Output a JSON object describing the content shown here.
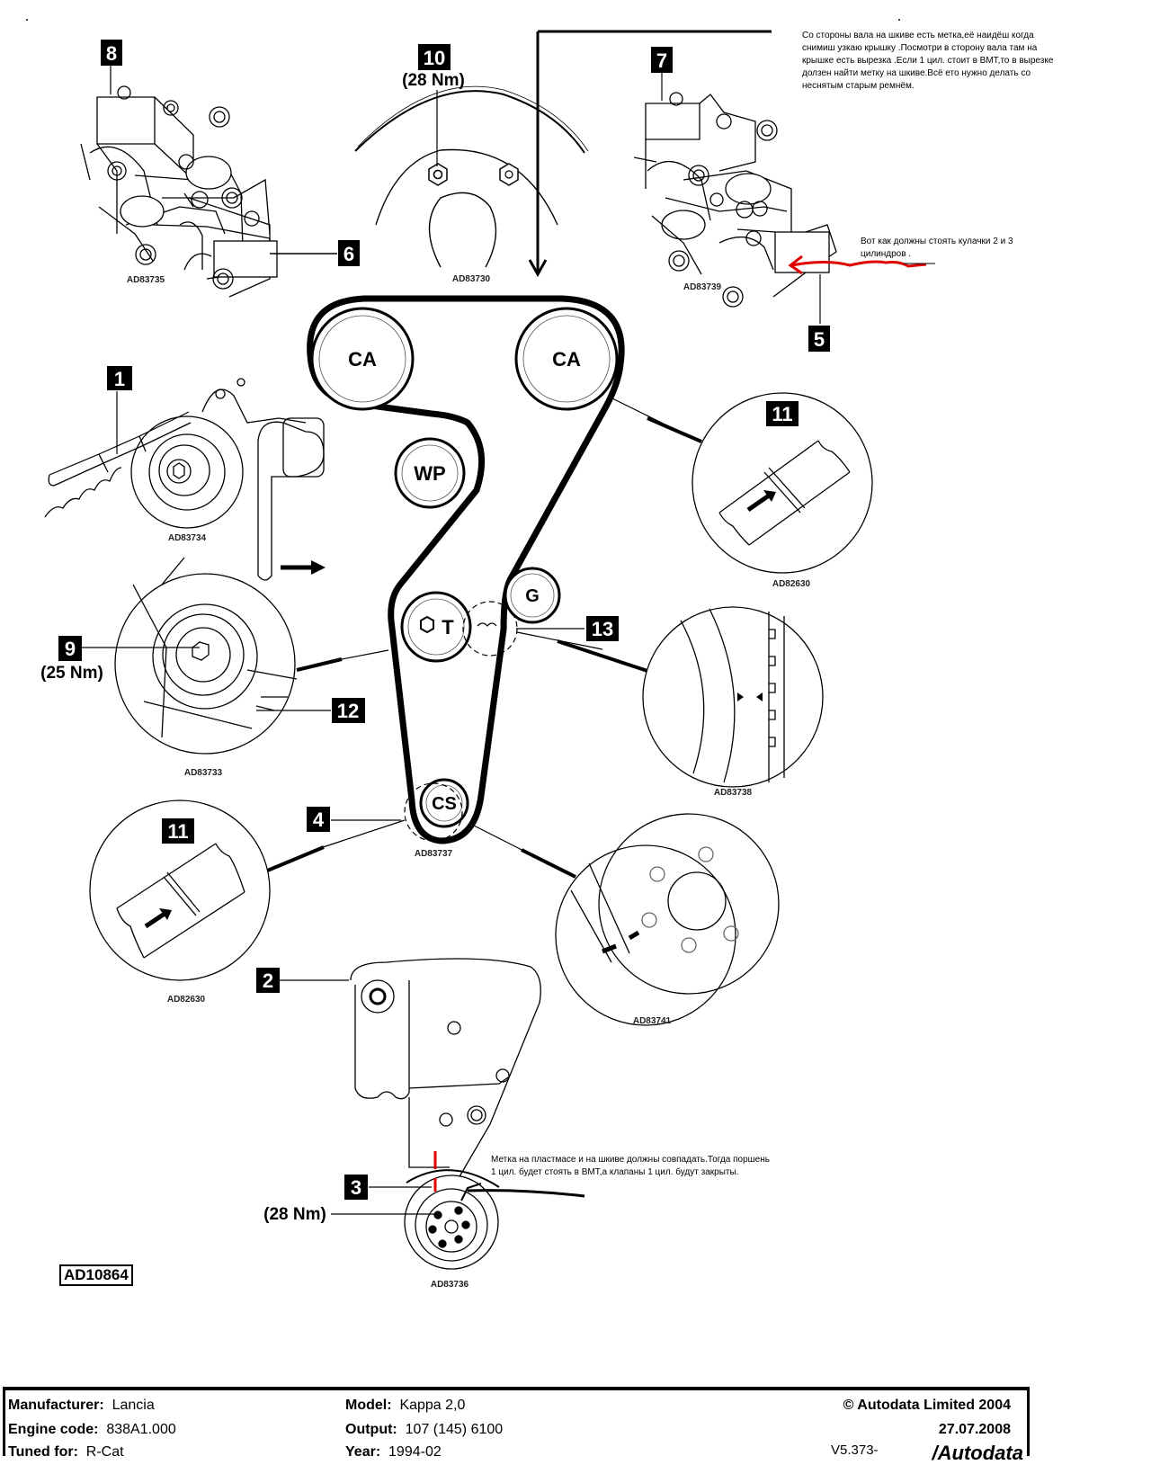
{
  "diagram": {
    "title_code": "AD10864",
    "callouts": [
      "1",
      "2",
      "3",
      "4",
      "5",
      "6",
      "7",
      "8",
      "9",
      "10",
      "11",
      "12",
      "13"
    ],
    "torques": {
      "item10": "(28 Nm)",
      "item9": "(25 Nm)",
      "item3": "(28 Nm)"
    },
    "pulleys": {
      "camshaft_left": "CA",
      "camshaft_right": "CA",
      "water_pump": "WP",
      "tensioner": "T",
      "guide": "G",
      "crankshaft": "CS"
    },
    "figure_refs": {
      "cam_left": "AD83735",
      "cam_pulley": "AD83730",
      "cam_right": "AD83739",
      "tensioner_tool": "AD83734",
      "tensioner_nut": "AD83733",
      "belt_arrow_right": "AD82630",
      "belt_marks": "AD83738",
      "crank_detail": "AD83737",
      "belt_arrow_left": "AD82630",
      "crank_mark": "AD83741",
      "crank_pulley": "AD83736"
    }
  },
  "annotations": {
    "top_note": "Со стороны вала на шкиве есть метка,её наидёш когда снимиш узкаю крышку .Посмотри в сторону вала там на крышке есть вырезка .Если 1 цил. стоит в ВМТ,то в вырезке долзен найти метку на шкиве.Всё ето нужно делать со неснятым старым ремнём.",
    "cam_note": "Вот как должны стоять кулачки 2 и 3 цилиндров .",
    "crank_note": "Метка на пластмасе и на шкиве должны совпадать.Тогда поршень 1 цил. будет стоять в ВМТ,а клапаны 1 цил. будут закрыты.",
    "highlight_color": "#e00000"
  },
  "footer": {
    "manufacturer_label": "Manufacturer:",
    "manufacturer": "Lancia",
    "engine_code_label": "Engine code:",
    "engine_code": "838A1.000",
    "tuned_for_label": "Tuned for:",
    "tuned_for": "R-Cat",
    "model_label": "Model:",
    "model": "Kappa 2,0",
    "output_label": "Output:",
    "output": "107 (145) 6100",
    "year_label": "Year:",
    "year": "1994-02",
    "copyright": "© Autodata Limited 2004",
    "date": "27.07.2008",
    "version": "V5.373-",
    "logo": "/Autodata"
  }
}
